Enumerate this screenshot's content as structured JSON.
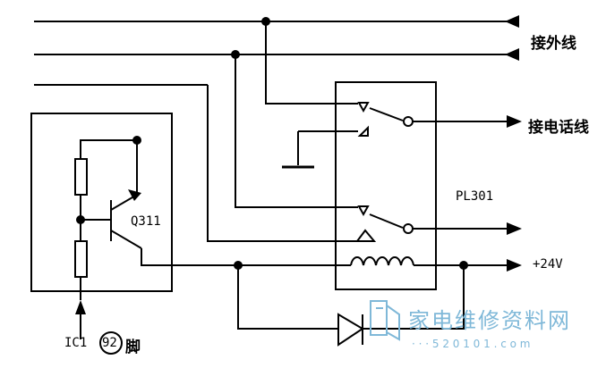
{
  "labels": {
    "outside_line": "接外线",
    "phone_line": "接电话线",
    "relay": "PL301",
    "transistor": "Q311",
    "supply": "+24V",
    "ic_prefix": "IC1",
    "ic_pin": "92",
    "ic_suffix": "脚"
  },
  "watermark": {
    "text": "家电维修资料网",
    "url": "· · · 5 2 0 1 0 1 . c o m"
  },
  "colors": {
    "line": "#000000",
    "watermark": "#7fb8d8"
  }
}
